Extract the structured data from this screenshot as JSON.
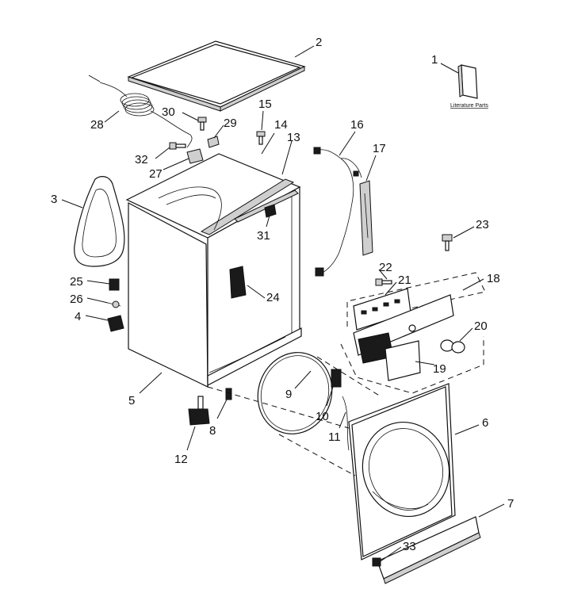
{
  "literature": {
    "label": "Literature Parts"
  },
  "callouts": [
    {
      "id": "1",
      "text": "1"
    },
    {
      "id": "2",
      "text": "2"
    },
    {
      "id": "3",
      "text": "3"
    },
    {
      "id": "4",
      "text": "4"
    },
    {
      "id": "5",
      "text": "5"
    },
    {
      "id": "6",
      "text": "6"
    },
    {
      "id": "7",
      "text": "7"
    },
    {
      "id": "8",
      "text": "8"
    },
    {
      "id": "9",
      "text": "9"
    },
    {
      "id": "10",
      "text": "10"
    },
    {
      "id": "11",
      "text": "11"
    },
    {
      "id": "12",
      "text": "12"
    },
    {
      "id": "13",
      "text": "13"
    },
    {
      "id": "14",
      "text": "14"
    },
    {
      "id": "15",
      "text": "15"
    },
    {
      "id": "16",
      "text": "16"
    },
    {
      "id": "17",
      "text": "17"
    },
    {
      "id": "18",
      "text": "18"
    },
    {
      "id": "19",
      "text": "19"
    },
    {
      "id": "20",
      "text": "20"
    },
    {
      "id": "21",
      "text": "21"
    },
    {
      "id": "22",
      "text": "22"
    },
    {
      "id": "23",
      "text": "23"
    },
    {
      "id": "24",
      "text": "24"
    },
    {
      "id": "25",
      "text": "25"
    },
    {
      "id": "26",
      "text": "26"
    },
    {
      "id": "27",
      "text": "27"
    },
    {
      "id": "28",
      "text": "28"
    },
    {
      "id": "29",
      "text": "29"
    },
    {
      "id": "30",
      "text": "30"
    },
    {
      "id": "31",
      "text": "31"
    },
    {
      "id": "32",
      "text": "32"
    },
    {
      "id": "33",
      "text": "33"
    }
  ]
}
